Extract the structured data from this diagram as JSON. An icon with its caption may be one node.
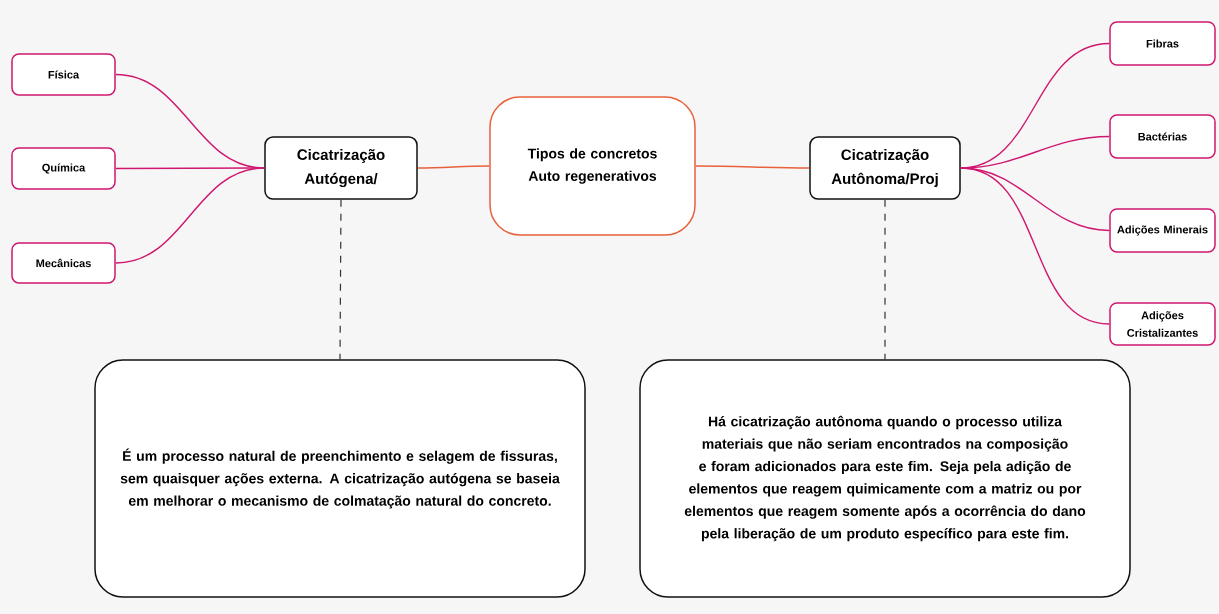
{
  "diagram": {
    "nodes": [
      {
        "text": [
          "Tipos de concretos Auto regenerativos"
        ]
      },
      {
        "text": [
          "Cicatrização Autógena/"
        ]
      },
      {
        "text": [
          "Cicatrização Autônoma/Proj"
        ]
      },
      {
        "text": [
          "Física"
        ]
      },
      {
        "text": [
          "Química"
        ]
      },
      {
        "text": [
          "Mecânicas"
        ]
      },
      {
        "text": [
          "Fibras"
        ]
      },
      {
        "text": [
          "Bactérias"
        ]
      },
      {
        "text": [
          "Adições Minerais"
        ]
      },
      {
        "text": [
          "Adições Cristalizantes"
        ]
      },
      {
        "text": [
          "É um processo natural de preenchimento e selagem de fissuras, sem quaisquer ações externa. A cicatrização autógena se baseia em melhorar o mecanismo de colmatação natural do concreto."
        ]
      },
      {
        "text": [
          "Há cicatrização autônoma quando o processo utiliza materiais que não seriam encontrados na composição e foram adicionados para este fim. Seja pela adição de elementos que reagem quimicamente com a matriz ou por elementos que reagem somente após a ocorrência do dano pela liberação de um produto específico para este fim."
        ]
      }
    ],
    "edges": [
      {
        "from": 0,
        "to": 1,
        "arrow": "none",
        "color": "#e8603c"
      },
      {
        "from": 0,
        "to": 2,
        "arrow": "none",
        "color": "#e8603c"
      },
      {
        "from": 1,
        "to": 3,
        "arrow": "none"
      },
      {
        "from": 1,
        "to": 4,
        "arrow": "none"
      },
      {
        "from": 1,
        "to": 5,
        "arrow": "none"
      },
      {
        "from": 2,
        "to": 6,
        "arrow": "none"
      },
      {
        "from": 2,
        "to": 7,
        "arrow": "none"
      },
      {
        "from": 2,
        "to": 8,
        "arrow": "none"
      },
      {
        "from": 2,
        "to": 9,
        "arrow": "none"
      },
      {
        "from": 1,
        "to": 10,
        "arrow": "none",
        "style": "dashed",
        "color": "#333333"
      },
      {
        "from": 2,
        "to": 11,
        "arrow": "none",
        "style": "dashed",
        "color": "#333333"
      }
    ]
  }
}
